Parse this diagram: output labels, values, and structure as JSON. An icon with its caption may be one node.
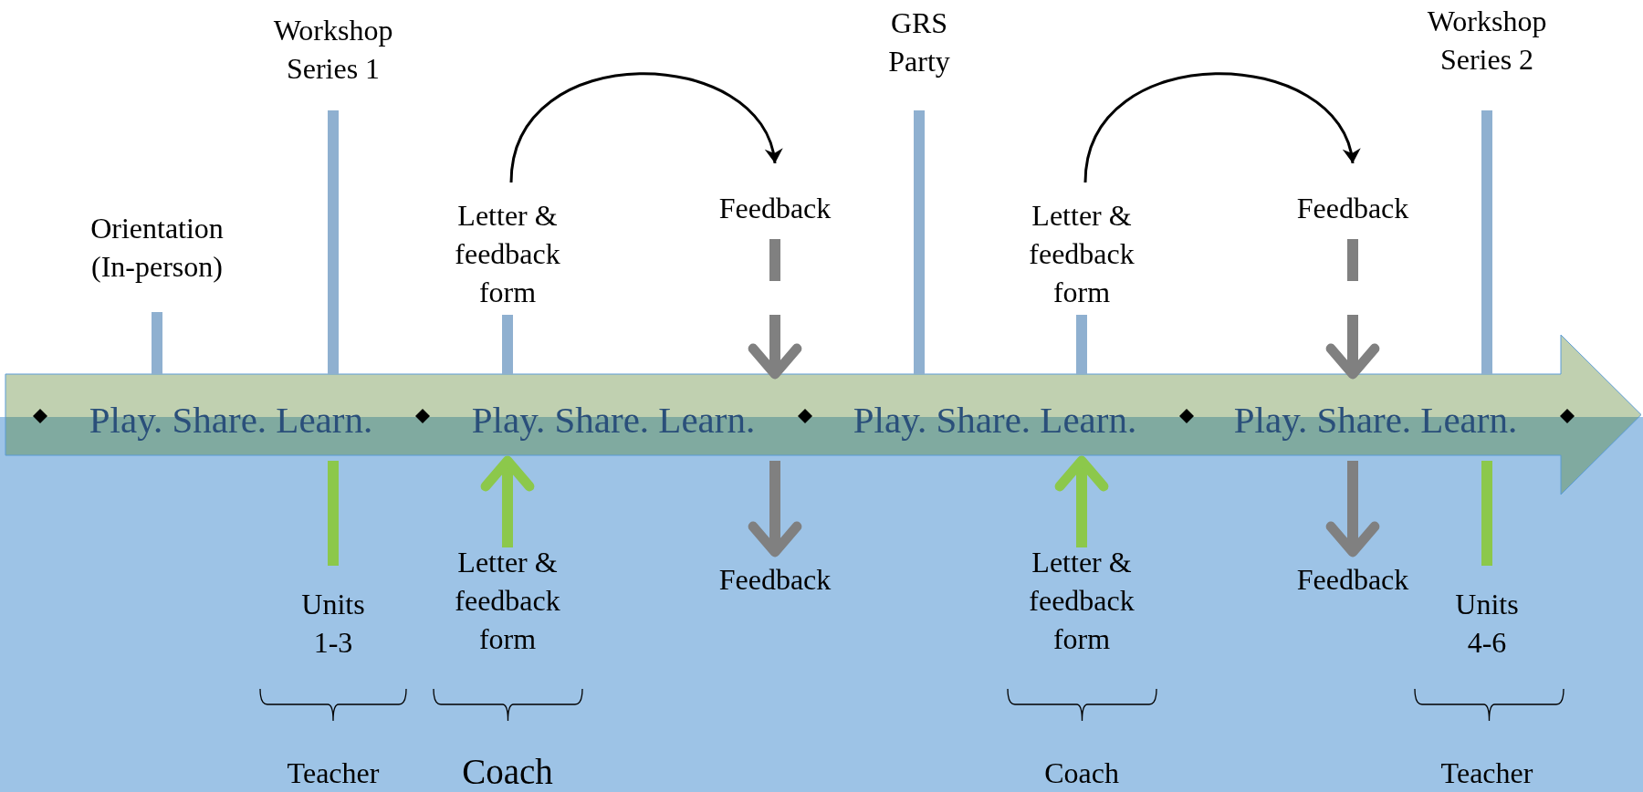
{
  "diagram": {
    "nodes": [
      {
        "text": [
          "Orientation (In-person)"
        ]
      },
      {
        "text": [
          "Workshop Series 1"
        ]
      },
      {
        "text": [
          "Letter & feedback form"
        ]
      },
      {
        "text": [
          "Feedback"
        ]
      },
      {
        "text": [
          "GRS Party"
        ]
      },
      {
        "text": [
          "Letter & feedback form"
        ]
      },
      {
        "text": [
          "Feedback"
        ]
      },
      {
        "text": [
          "Workshop Series 2"
        ]
      },
      {
        "text": [
          "Play. Share. Learn.",
          "Play. Share. Learn.",
          "Play. Share. Learn.",
          "Play. Share. Learn."
        ]
      },
      {
        "text": [
          "Units 1-3"
        ]
      },
      {
        "text": [
          "Letter & feedback form"
        ]
      },
      {
        "text": [
          "Feedback"
        ]
      },
      {
        "text": [
          "Letter & feedback form"
        ]
      },
      {
        "text": [
          "Feedback"
        ]
      },
      {
        "text": [
          "Units 4-6"
        ]
      }
    ],
    "edges": [
      {
        "from": 0,
        "to": 8,
        "arrow": "none",
        "color": "#8fb0d0"
      },
      {
        "from": 1,
        "to": 8,
        "arrow": "none",
        "color": "#8fb0d0"
      },
      {
        "from": 2,
        "to": 8,
        "arrow": "none",
        "color": "#8fb0d0"
      },
      {
        "from": 2,
        "to": 3,
        "arrow": "to",
        "color": "#000000"
      },
      {
        "from": 3,
        "to": 8,
        "arrow": "to",
        "style": "dashed",
        "color": "#808080"
      },
      {
        "from": 4,
        "to": 8,
        "arrow": "none",
        "color": "#8fb0d0"
      },
      {
        "from": 5,
        "to": 8,
        "arrow": "none",
        "color": "#8fb0d0"
      },
      {
        "from": 5,
        "to": 6,
        "arrow": "to",
        "color": "#000000"
      },
      {
        "from": 6,
        "to": 8,
        "arrow": "to",
        "style": "dashed",
        "color": "#808080"
      },
      {
        "from": 7,
        "to": 8,
        "arrow": "none",
        "color": "#8fb0d0"
      },
      {
        "from": 9,
        "to": 8,
        "arrow": "none",
        "color": "#8cc84b"
      },
      {
        "from": 10,
        "to": 8,
        "arrow": "to",
        "color": "#8cc84b"
      },
      {
        "from": 8,
        "to": 11,
        "arrow": "to",
        "color": "#808080"
      },
      {
        "from": 12,
        "to": 8,
        "arrow": "to",
        "color": "#8cc84b"
      },
      {
        "from": 8,
        "to": 13,
        "arrow": "to",
        "color": "#808080"
      },
      {
        "from": 14,
        "to": 8,
        "arrow": "none",
        "color": "#8cc84b"
      }
    ],
    "labels": [
      "Teacher",
      "Coach",
      "Coach",
      "Teacher"
    ]
  }
}
